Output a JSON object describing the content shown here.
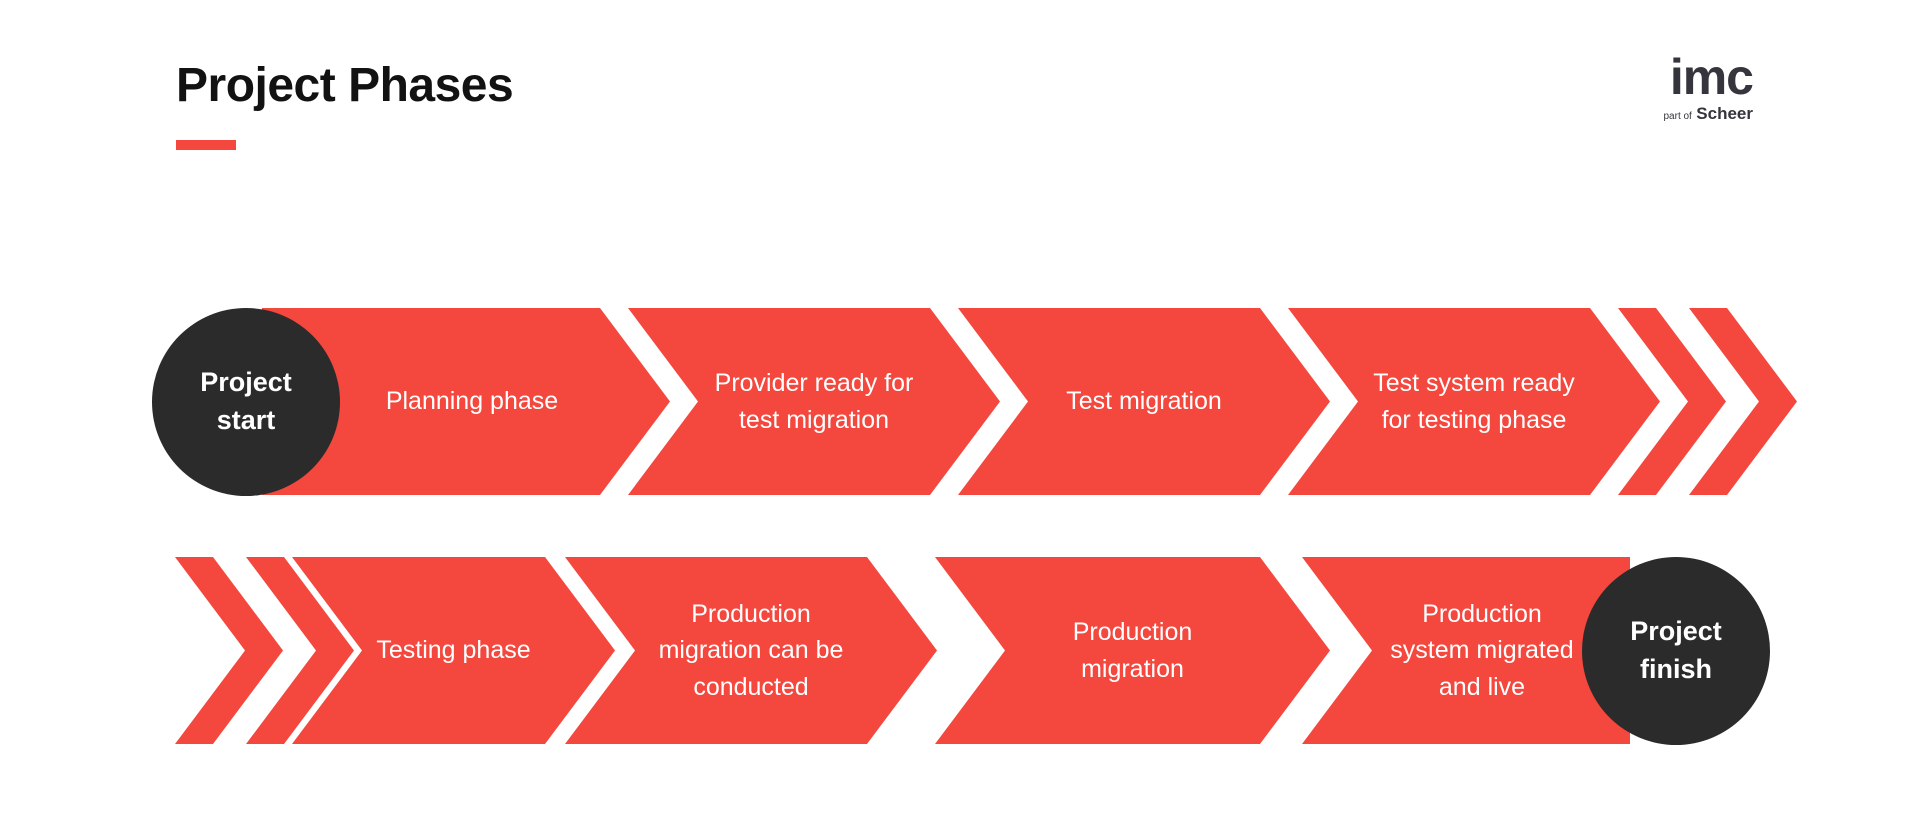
{
  "page": {
    "title": "Project Phases"
  },
  "logo": {
    "name": "imc",
    "tagline_prefix": "part of",
    "tagline_brand": "Scheer"
  },
  "colors": {
    "accent_red": "#f4473d",
    "dark_circle": "#2b2b2b",
    "text_light": "#ffffff",
    "title_text": "#121212",
    "logo_text": "#35353d",
    "page_bg": "#ffffff"
  },
  "diagram": {
    "start_label": "Project start",
    "finish_label": "Project finish",
    "row1": {
      "phases": [
        "Planning phase",
        "Provider ready for test migration",
        "Test migration",
        "Test system ready for testing phase"
      ]
    },
    "row2": {
      "phases": [
        "Testing phase",
        "Production migration can be conducted",
        "Production migration",
        "Production system migrated and live"
      ]
    }
  }
}
